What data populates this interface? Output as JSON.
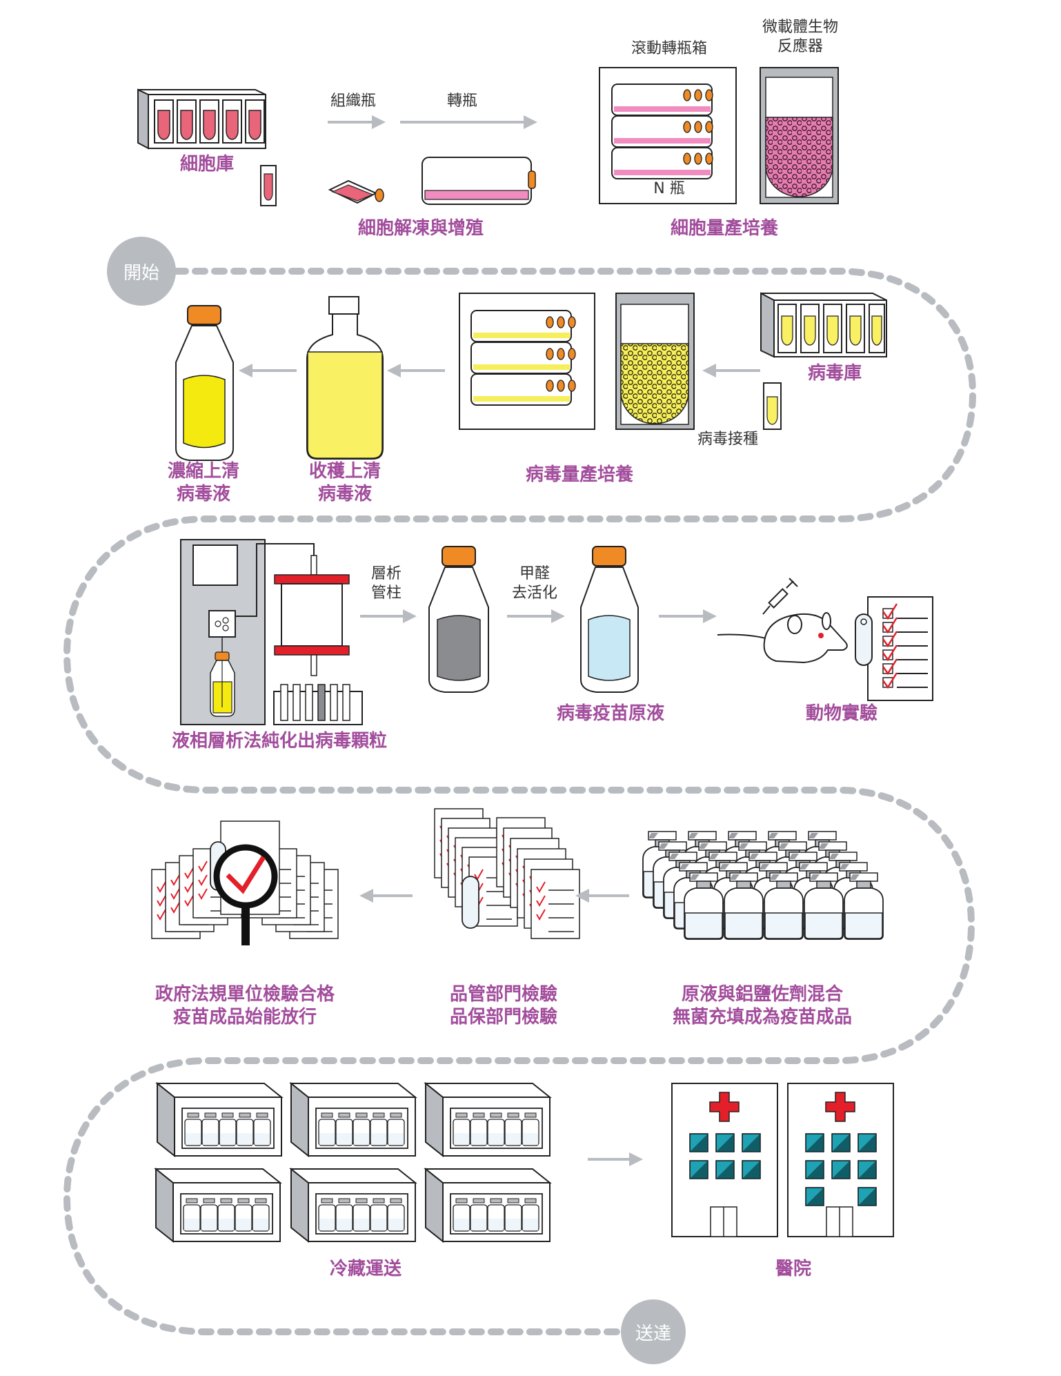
{
  "colors": {
    "stage_label": "#a24d9c",
    "path_dash": "#b8bcc0",
    "arrow": "#b8bcc0",
    "cell_medium": "#e9657a",
    "roller_medium": "#f08cbf",
    "virus_medium": "#f6ee5a",
    "cap_orange": "#f08a24",
    "column_red": "#e3202a",
    "purified_gray": "#8a8c90",
    "vaccine_blue": "#c9e8f6",
    "hospital_window": "#1fa3b4",
    "hospital_cross": "#e3202a"
  },
  "path": {
    "start_label": "開始",
    "end_label": "送達"
  },
  "row1": {
    "cell_bank": {
      "label": "細胞庫",
      "icon": "cell-bank-rack-icon"
    },
    "arrow1_label": "組織瓶",
    "arrow2_label": "轉瓶",
    "thaw_expand": {
      "label": "細胞解凍與增殖",
      "icons": [
        "tissue-flask-icon",
        "roller-bottle-icon"
      ]
    },
    "roller_box_title": "滾動轉瓶箱",
    "roller_box_caption": "N 瓶",
    "bioreactor_title": "微載體生物\n反應器",
    "mass_culture": {
      "label": "細胞量產培養"
    }
  },
  "row2": {
    "virus_bank": {
      "label": "病毒庫",
      "icon": "virus-bank-rack-icon"
    },
    "inoculation_label": "病毒接種",
    "virus_culture": {
      "label": "病毒量產培養"
    },
    "harvest": {
      "label": "收穫上清\n病毒液"
    },
    "concentrate": {
      "label": "濃縮上清\n病毒液"
    }
  },
  "row3": {
    "chromatography": {
      "label": "液相層析法純化出病毒顆粒"
    },
    "arrow1_label": "層析\n管柱",
    "arrow2_label": "甲醛\n去活化",
    "bulk": {
      "label": "病毒疫苗原液"
    },
    "animal_test": {
      "label": "動物實驗"
    }
  },
  "row4": {
    "formulation": {
      "label": "原液與鋁鹽佐劑混合\n無菌充填成為疫苗成品"
    },
    "qc": {
      "label": "品管部門檢驗\n品保部門檢驗"
    },
    "release": {
      "label": "政府法規單位檢驗合格\n疫苗成品始能放行"
    }
  },
  "row5": {
    "cold_chain": {
      "label": "冷藏運送",
      "box_count": 6,
      "vials_per_box": 5
    },
    "hospital": {
      "label": "醫院",
      "building_count": 2
    }
  }
}
